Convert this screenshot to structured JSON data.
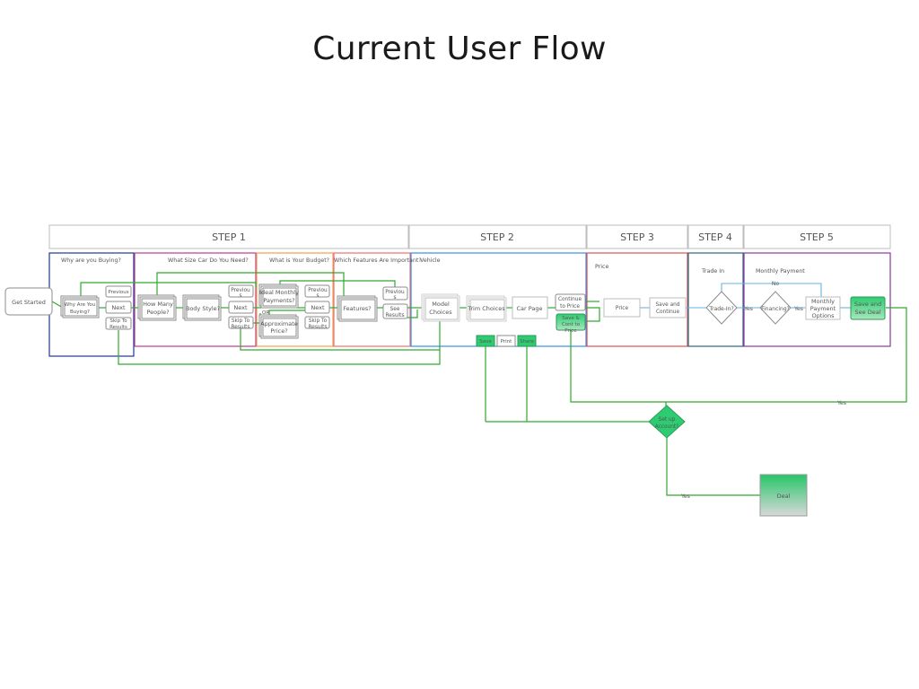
{
  "title": "Current User Flow",
  "steps": [
    {
      "label": "STEP 1"
    },
    {
      "label": "STEP 2"
    },
    {
      "label": "STEP 3"
    },
    {
      "label": "STEP 4"
    },
    {
      "label": "STEP 5"
    }
  ],
  "sections": {
    "why": "Why are you Buying?",
    "size": "What Size Car Do You Need?",
    "budget": "What is Your Budget?",
    "features": "Which Features Are Important?",
    "vehicle": "Vehicle",
    "price": "Price",
    "trade_in": "Trade In",
    "monthly_payment": "Monthly Payment"
  },
  "nodes": {
    "get_started": "Get Started",
    "why_buying": [
      "Why Are You",
      "Buying?"
    ],
    "previous": "Previous",
    "next": "Next",
    "skip": [
      "Skip To",
      "Results"
    ],
    "how_many": [
      "How Many",
      "People?"
    ],
    "body_style": "Body Style?",
    "prev_wrap": [
      "Previou",
      "s"
    ],
    "ideal_monthly": [
      "Ideal Monthly",
      "Payments?"
    ],
    "approx_price": [
      "Approximate",
      "Price?"
    ],
    "or_label": "OR",
    "features_q": "Features?",
    "see_results": [
      "See",
      "Results"
    ],
    "model_choices": [
      "Model",
      "Choices"
    ],
    "trim_choices": "Trim Choices",
    "car_page": "Car Page",
    "continue_price": [
      "Continue",
      "to Price"
    ],
    "save_cont": [
      "Save &",
      "Cont to",
      "Price"
    ],
    "save": "Save",
    "print": "Print",
    "share": "Share",
    "price_node": "Price",
    "save_continue": [
      "Save and",
      "Continue"
    ],
    "trade_in_q": "Trade-In?",
    "financing_q": "Financing?",
    "monthly_options": [
      "Monthly",
      "Payment",
      "Options"
    ],
    "save_see_deal": [
      "Save and",
      "See Deal"
    ],
    "set_up_account": [
      "Set up",
      "Account?"
    ],
    "deal": "Deal",
    "yes": "Yes",
    "no": "No"
  },
  "colors": {
    "flow": "#2eaa2e",
    "flow_blue": "#66b3e6",
    "step1_why": "#1f3a93",
    "step1_size": "#c0398f",
    "step1_budget": "#f0a050",
    "step1_features": "#f07070",
    "step2": "#3a8ee6",
    "step3": "#e05050",
    "step4": "#2a6680",
    "step5": "#8a3a9a",
    "green_fill": "#2ecc71"
  }
}
